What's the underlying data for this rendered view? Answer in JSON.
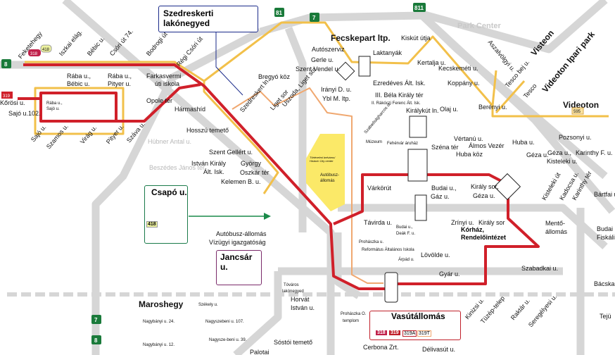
{
  "callouts": {
    "szedreskert": "Szedreskerti lakónegyed",
    "csapo": "Csapó u.",
    "csapo_route": "418",
    "jancsar": "Jancsár u.",
    "vasut": "Vasútállomás",
    "vasut_routes": [
      "318",
      "319",
      "319A",
      "319T"
    ]
  },
  "districts": {
    "fecskepart": "Fecskepart ltp.",
    "visteon": "Visteon",
    "videoton_park": "Videoton Ipari park",
    "videoton": "Videoton",
    "videoton_route": "595",
    "maroshegy": "Maroshegy",
    "park_center": "Park Center",
    "korhaz1": "Kórház,",
    "korhaz2": "Rendelőintézet",
    "historic1": "Történelmi belváros/",
    "historic2": "Historic City center",
    "autobusz1": "Autóbusz-",
    "autobusz2": "állomás"
  },
  "roads": {
    "r8": "8",
    "r81": "81",
    "r7": "7",
    "r811": "811",
    "r7b": "7",
    "r8b": "8"
  },
  "terminal": {
    "name": "Feketehegy",
    "routes": [
      "318",
      "418"
    ],
    "korosi_route": "319"
  },
  "stops": [
    "Iszkai elág.",
    "Bébic u.",
    "Csóri út 74.",
    "Bodrogi út",
    "Régi Csóri út",
    "Rába u.,",
    "Bébic u.",
    "Rába u.,",
    "Pityer u.",
    "Farkasvermi",
    "úti iskola",
    "Opole tér",
    "Hármashíd",
    "Kőrösi u.",
    "Sajó u.102.",
    "Rába u.,",
    "Sajó u.",
    "Sajó u.",
    "Szamos u.",
    "Virág u.",
    "Pityer u.",
    "Száva u.",
    "Hübner Antal u.",
    "Beszédes János tér",
    "Hosszú temető",
    "Szent Gellért u.",
    "Szedreskert ln.",
    "Liget sor",
    "Uszoda, Liget sor",
    "Bregyó köz",
    "Szent Vendel u.",
    "Gerle u.",
    "Autószerviz",
    "Laktanyák",
    "Kiskút útja",
    "Kertalja u.",
    "Kecskeméti u.",
    "Koppány u.",
    "Ezredéves Ált. Isk.",
    "Irányi D. u.",
    "Ybl M. ltp.",
    "III. Béla Király tér",
    "II. Rákóczi Ferenc Ált. Isk.",
    "Királykút ln.",
    "Olaj u.",
    "Berényi u.",
    "Vértanú u.",
    "Álmos Vezér",
    "Huba u.",
    "Múzeum",
    "Fehérvár áruház",
    "Széna tér",
    "Huba köz",
    "Pozsonyi u.",
    "Géza u.",
    "Géza u.,",
    "Kisteleki u.",
    "Karinthy F. u.",
    "Aszalvölgyi u.",
    "Tesco bej u.",
    "Tesco",
    "István Király",
    "Ált. Isk.",
    "György",
    "Oszkár tér",
    "Kelemen B. u.",
    "Autóbusz-állomás",
    "Vízügyi igazgatóság",
    "Várkörút",
    "Budai u.,",
    "Gáz u.",
    "Király sor,",
    "Géza u.",
    "Távirda u.",
    "Budai u.,",
    "Deák F. u.",
    "Zrínyi u.",
    "Király sor",
    "Mentő-",
    "állomás",
    "Prohászka u.",
    "Református Általános Iskola",
    "Árpád u.",
    "Lövölde u.",
    "Gyár u.",
    "Szabadkai u.",
    "Tóváros",
    "lakónegyed",
    "Horvát",
    "István u.",
    "Prohászka O.",
    "templom",
    "Kinizsi u.",
    "Tüzép-telep",
    "Raktár u.",
    "Seregélyesi u.",
    "Cerbona Zrt.",
    "Délivasút u.",
    "Sóstói temető",
    "Bártfai u.",
    "Budai u.",
    "Fiskális",
    "Bácskai",
    "Tejü",
    "Kisteleki út",
    "Kadocsa u.",
    "Karinthy tér",
    "Szabadságharcos út",
    "Székely u.",
    "Nagybányi u. 24.",
    "Nagyszebeni u. 107.",
    "Nagybányi u. 12.",
    "Nagysze-beni u. 39.",
    "Palotai"
  ]
}
